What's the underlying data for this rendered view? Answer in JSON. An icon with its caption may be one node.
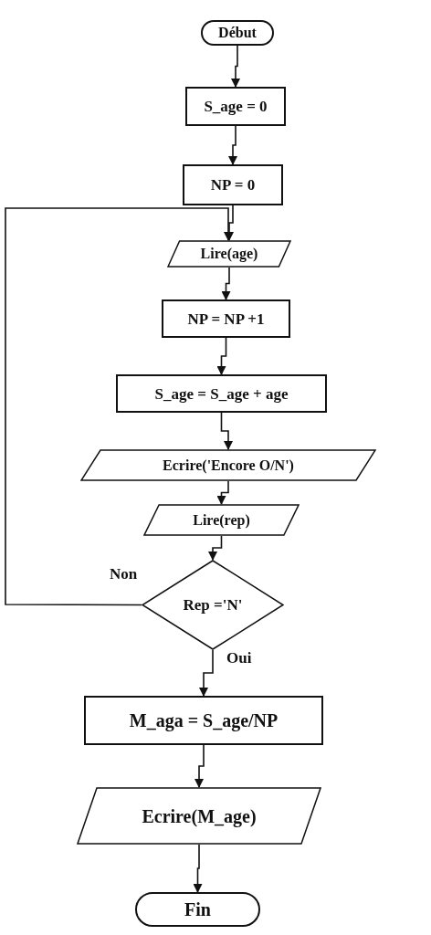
{
  "diagram": {
    "nodes": [
      {
        "text": [
          "Début"
        ]
      },
      {
        "text": [
          "S_age = 0"
        ]
      },
      {
        "text": [
          "NP = 0"
        ]
      },
      {
        "text": [
          "Lire(age)"
        ]
      },
      {
        "text": [
          "NP = NP +1"
        ]
      },
      {
        "text": [
          "S_age = S_age + age"
        ]
      },
      {
        "text": [
          "Ecrire('Encore O/N')"
        ]
      },
      {
        "text": [
          "Lire(rep)"
        ]
      },
      {
        "text": [
          "Rep ='N'"
        ]
      },
      {
        "text": [
          "M_aga = S_age/NP"
        ]
      },
      {
        "text": [
          "Ecrire(M_age)"
        ]
      },
      {
        "text": [
          "Fin"
        ]
      }
    ],
    "edges": [
      {
        "from": 0,
        "to": 1,
        "arrow": "to"
      },
      {
        "from": 1,
        "to": 2,
        "arrow": "to"
      },
      {
        "from": 2,
        "to": 3,
        "arrow": "to"
      },
      {
        "from": 3,
        "to": 4,
        "arrow": "to"
      },
      {
        "from": 4,
        "to": 5,
        "arrow": "to"
      },
      {
        "from": 5,
        "to": 6,
        "arrow": "to"
      },
      {
        "from": 6,
        "to": 7,
        "arrow": "to"
      },
      {
        "from": 7,
        "to": 8,
        "arrow": "to"
      },
      {
        "from": 8,
        "to": 3,
        "arrow": "to",
        "label": "Non"
      },
      {
        "from": 8,
        "to": 9,
        "arrow": "to",
        "label": "Oui"
      },
      {
        "from": 9,
        "to": 10,
        "arrow": "to"
      },
      {
        "from": 10,
        "to": 11,
        "arrow": "to"
      }
    ]
  }
}
